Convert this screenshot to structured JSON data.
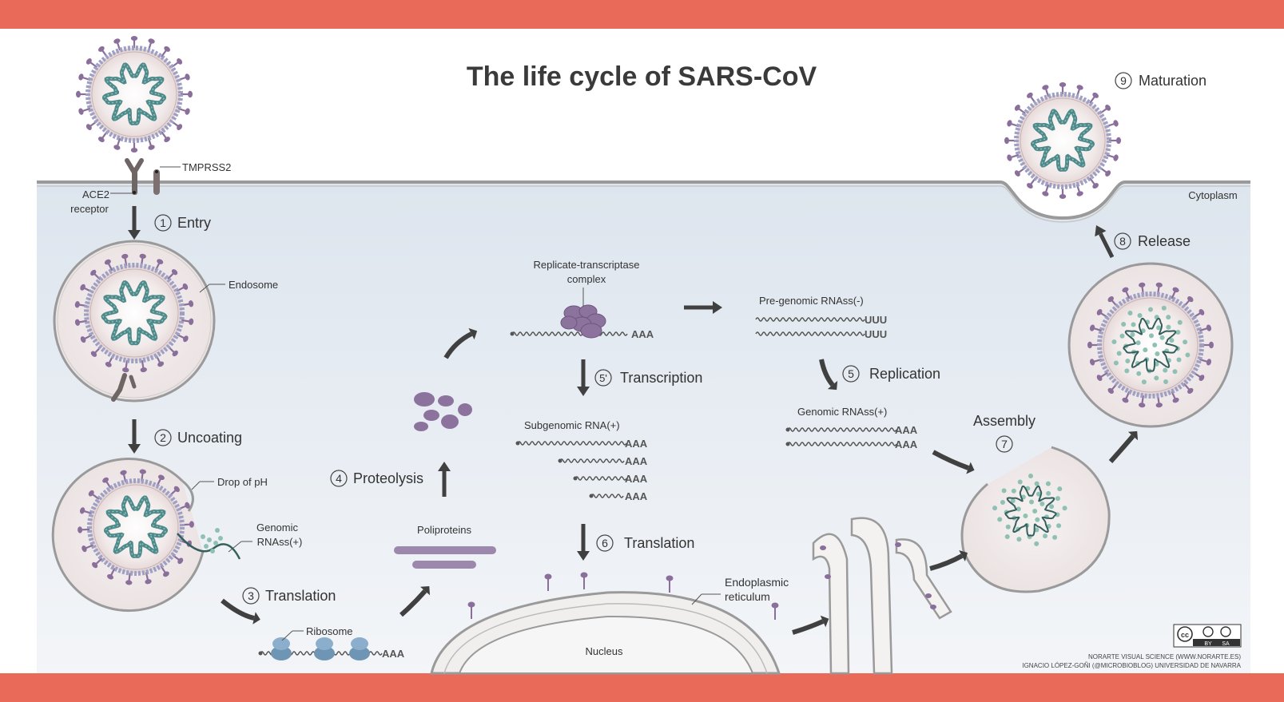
{
  "title": "The life cycle of SARS-CoV",
  "colors": {
    "frame": "#ea6a5a",
    "cytoplasm": "#e6ecf3",
    "membrane": "#a9a9a9",
    "envelope": "#9d9fc4",
    "spike": "#8a6f9a",
    "interior": "#eee4e4",
    "rna": "#4f8a8a",
    "protein": "#8a6f9a",
    "arrow": "#404040"
  },
  "steps": {
    "entry": {
      "num": "1",
      "label": "Entry"
    },
    "uncoating": {
      "num": "2",
      "label": "Uncoating"
    },
    "translation3": {
      "num": "3",
      "label": "Translation"
    },
    "proteolysis": {
      "num": "4",
      "label": "Proteolysis"
    },
    "transcription": {
      "num": "5'",
      "label": "Transcription"
    },
    "replication": {
      "num": "5",
      "label": "Replication"
    },
    "translation6": {
      "num": "6",
      "label": "Translation"
    },
    "assembly": {
      "num": "7",
      "label": "Assembly"
    },
    "release": {
      "num": "8",
      "label": "Release"
    },
    "maturation": {
      "num": "9",
      "label": "Maturation"
    }
  },
  "labels": {
    "tmprss2": "TMPRSS2",
    "ace2_line1": "ACE2",
    "ace2_line2": "receptor",
    "cytoplasm": "Cytoplasm",
    "endosome": "Endosome",
    "drop_ph": "Drop of pH",
    "genomic_line1": "Genomic",
    "genomic_line2": "RNAss(+)",
    "ribosome": "Ribosome",
    "poliproteins": "Poliproteins",
    "rtc_line1": "Replicate-transcriptase",
    "rtc_line2": "complex",
    "subgenomic": "Subgenomic RNA(+)",
    "pregenomic": "Pre-genomic RNAss(-)",
    "genomic_plus": "Genomic RNAss(+)",
    "er_line1": "Endoplasmic",
    "er_line2": "reticulum",
    "nucleus": "Nucleus",
    "aaa": "AAA",
    "uuu": "UUU"
  },
  "credits": {
    "line1": "NORARTE VISUAL SCIENCE (WWW.NORARTE.ES)",
    "line2": "IGNACIO LÓPEZ-GOÑI (@MICROBIOBLOG) UNIVERSIDAD DE NAVARRA",
    "license_by": "BY",
    "license_sa": "SA"
  }
}
